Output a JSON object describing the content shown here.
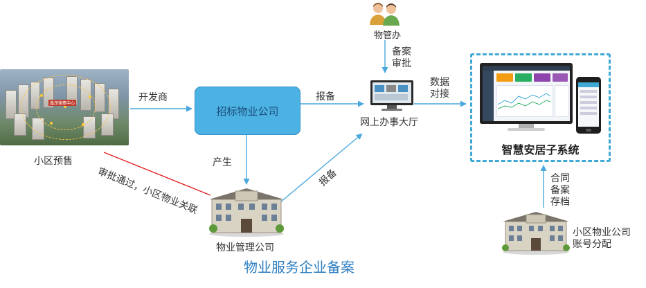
{
  "nodes": {
    "presale": "小区预售",
    "bid_company": "招标物业公司",
    "online_hall": "网上办事大厅",
    "property_office": "物管办",
    "mgmt_company": "物业管理公司",
    "system": "智慧安居子系统",
    "community_company_line1": "小区物业公司",
    "community_company_line2": "账号分配",
    "aerial_center_label": "鑫茂德豪中心"
  },
  "edges": {
    "developer": "开发商",
    "file_record": "报备",
    "review_line1": "备案",
    "review_line2": "审批",
    "data_line1": "数据",
    "data_line2": "对接",
    "produce": "产生",
    "report_diag": "报备",
    "approved_link": "审批通过，小区物业关联",
    "contract_line1": "合同",
    "contract_line2": "备案",
    "contract_line3": "存档"
  },
  "title": "物业服务企业备案",
  "colors": {
    "arrow": "#4aa8dd",
    "red_link": "#e02020",
    "box_fill": "#4cb1e3",
    "frame": "#3fa9d6",
    "title": "#2f7fc1"
  }
}
